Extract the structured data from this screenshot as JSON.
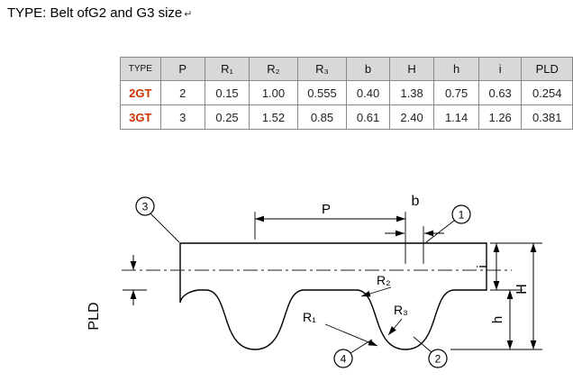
{
  "title": {
    "text": "TYPE: Belt ofG2 and G3 size",
    "return_mark": "↵"
  },
  "table": {
    "headers": [
      "TYPE",
      "P",
      "R₁",
      "R₂",
      "R₃",
      "b",
      "H",
      "h",
      "i",
      "PLD"
    ],
    "rows": [
      {
        "type": "2GT",
        "values": [
          "2",
          "0.15",
          "1.00",
          "0.555",
          "0.40",
          "1.38",
          "0.75",
          "0.63",
          "0.254"
        ]
      },
      {
        "type": "3GT",
        "values": [
          "3",
          "0.25",
          "1.52",
          "0.85",
          "0.61",
          "2.40",
          "1.14",
          "1.26",
          "0.381"
        ]
      }
    ]
  },
  "diagram": {
    "pitch_label": "P",
    "tooth_width_label": "b",
    "back_thickness_label": "i",
    "total_height_label": "H",
    "tooth_height_label": "h",
    "pld_label": "PLD",
    "r1_label": "R₁",
    "r2_label": "R₂",
    "r3_label": "R₃",
    "callouts": {
      "c1": "1",
      "c2": "2",
      "c3": "3",
      "c4": "4"
    }
  },
  "colors": {
    "type_text": "#cc3300",
    "header_bg": "#d8d8d8",
    "table_border": "#888888"
  }
}
